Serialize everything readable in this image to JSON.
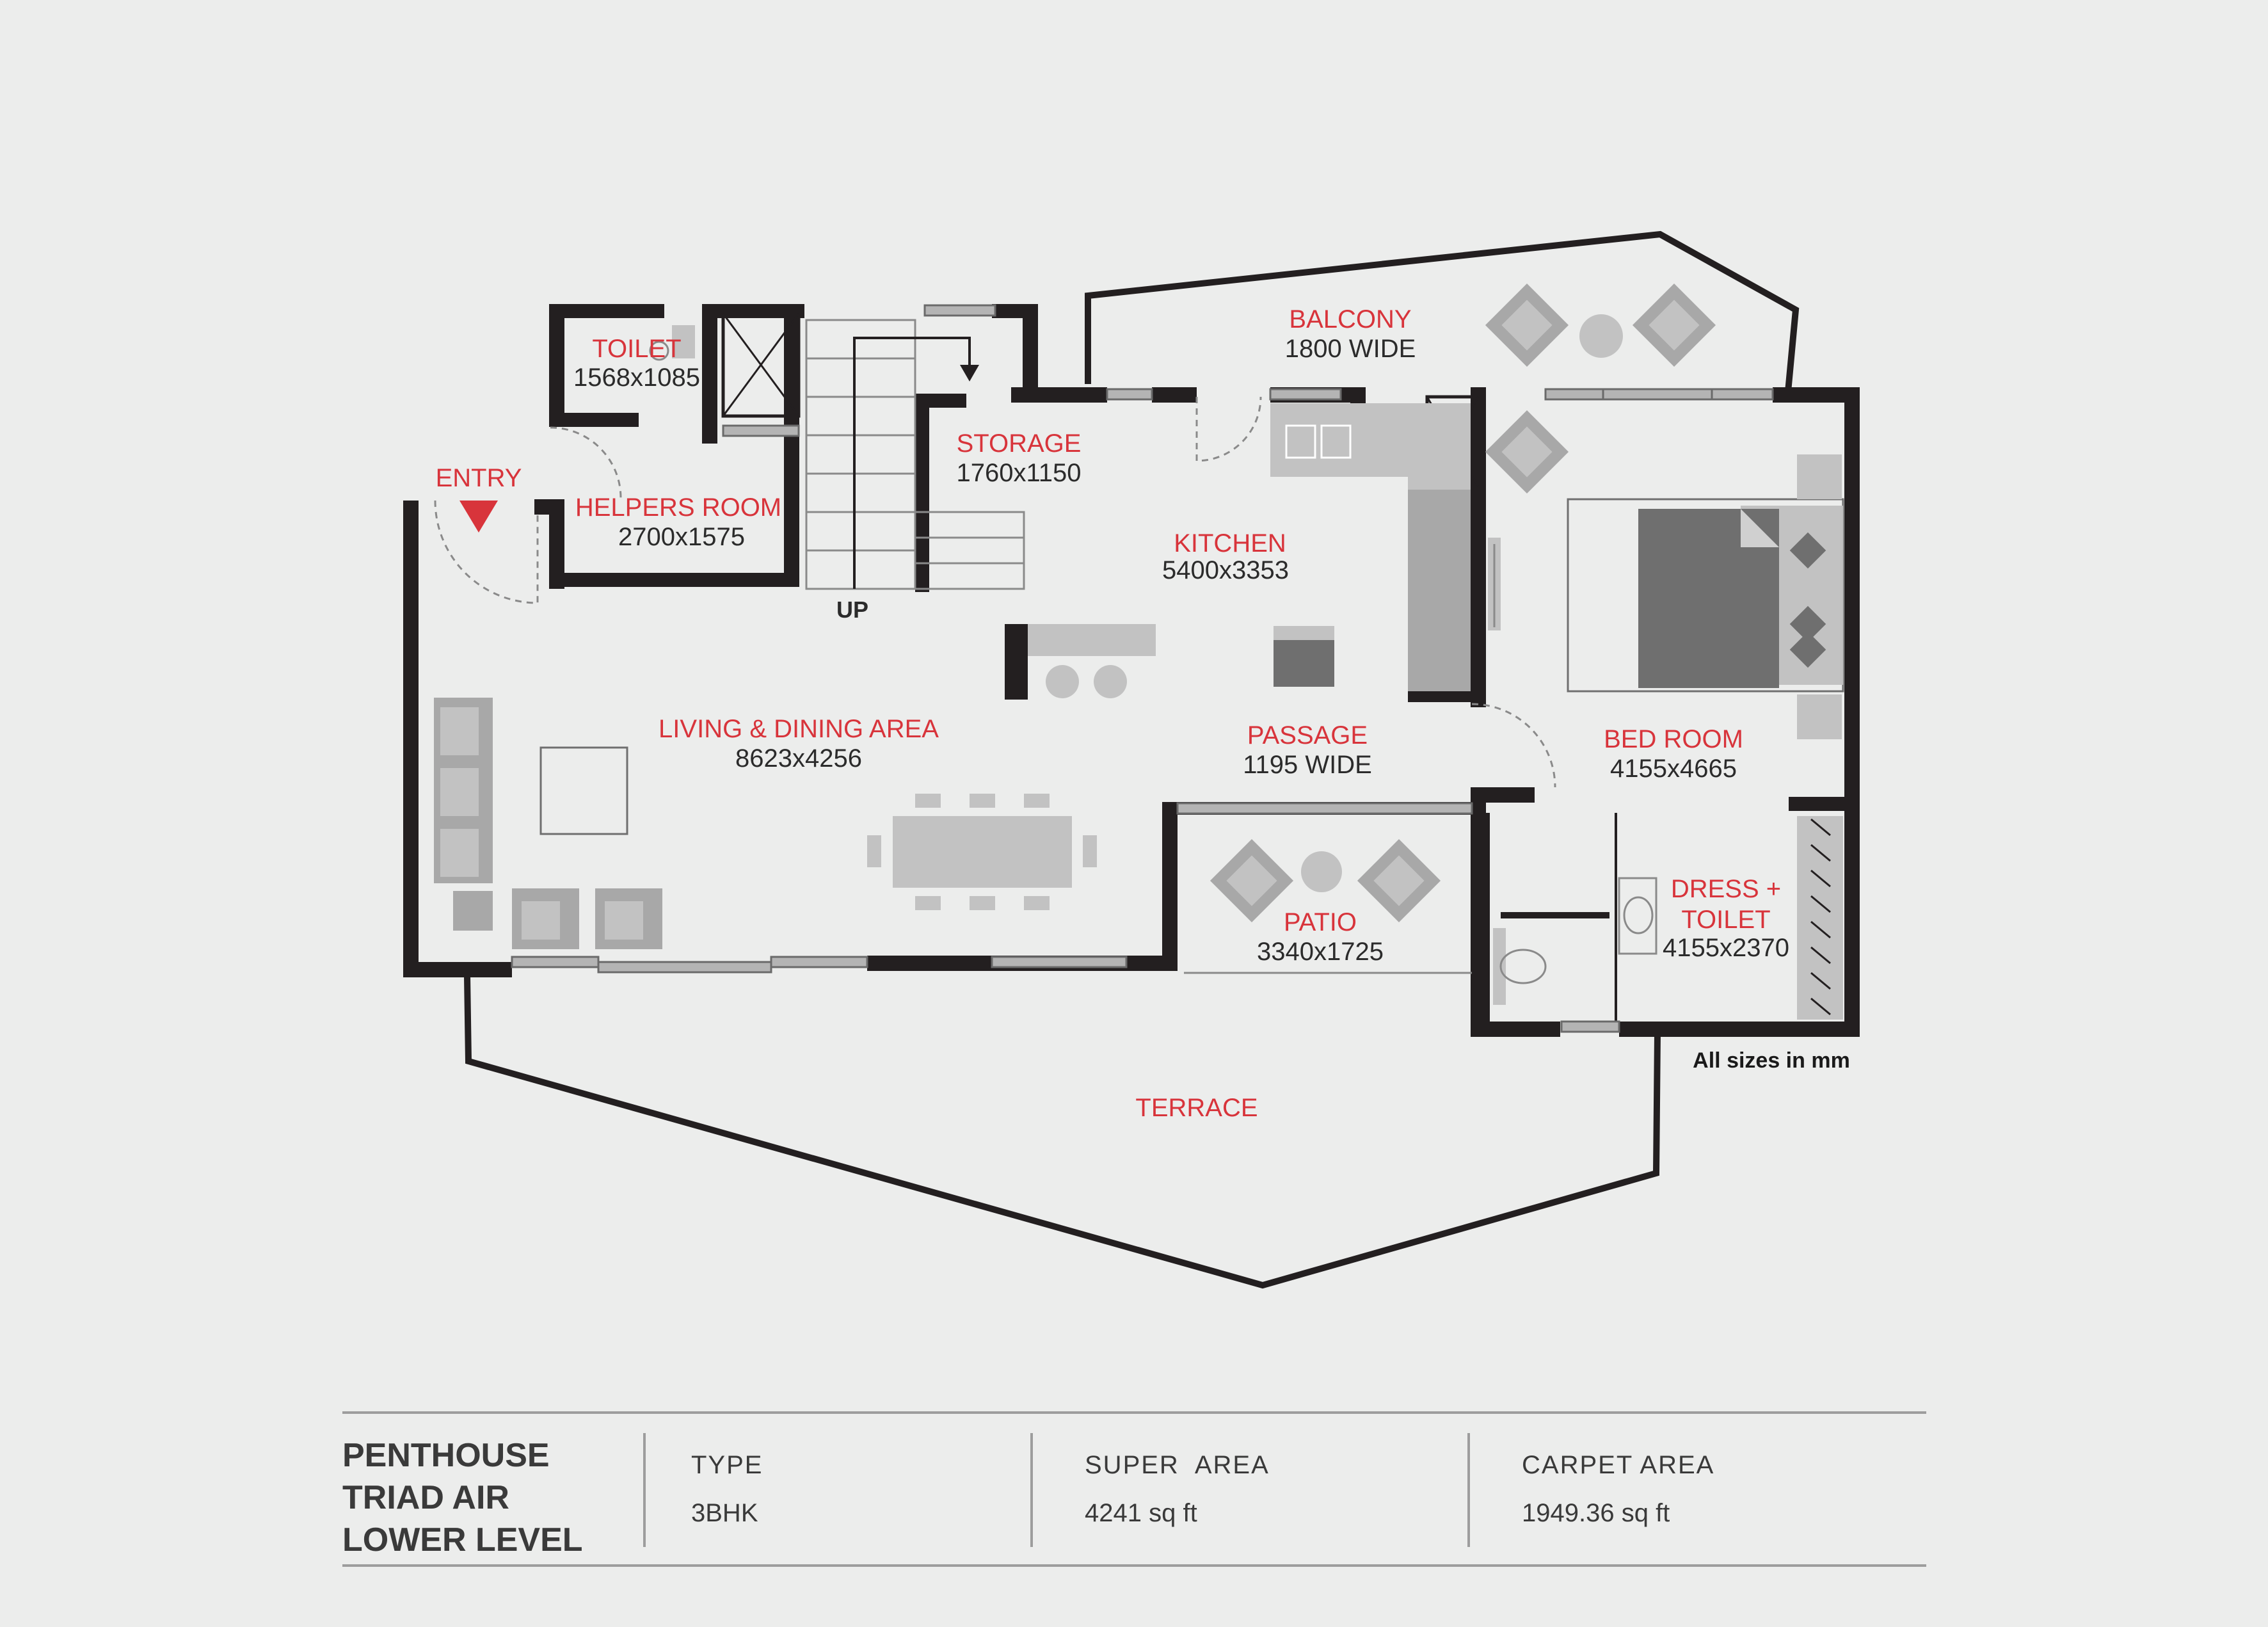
{
  "rooms": {
    "toilet": {
      "name": "TOILET",
      "size": "1568x1085"
    },
    "helpers_room": {
      "name": "HELPERS ROOM",
      "size": "2700x1575"
    },
    "entry": {
      "name": "ENTRY"
    },
    "storage": {
      "name": "STORAGE",
      "size": "1760x1150"
    },
    "up": {
      "name": "UP"
    },
    "balcony": {
      "name": "BALCONY",
      "size": "1800 WIDE"
    },
    "kitchen": {
      "name": "KITCHEN",
      "size": "5400x3353"
    },
    "living": {
      "name": "LIVING & DINING AREA",
      "size": "8623x4256"
    },
    "passage": {
      "name": "PASSAGE",
      "size": "1195 WIDE"
    },
    "bedroom": {
      "name": "BED ROOM",
      "size": "4155x4665"
    },
    "dress": {
      "name1": "DRESS +",
      "name2": "TOILET",
      "size": "4155x2370"
    },
    "patio": {
      "name": "PATIO",
      "size": "3340x1725"
    },
    "terrace": {
      "name": "TERRACE"
    }
  },
  "note": "All sizes in mm",
  "info": {
    "title_lines": [
      "PENTHOUSE",
      "TRIAD AIR",
      "LOWER LEVEL"
    ],
    "type_label": "TYPE",
    "type_value": "3BHK",
    "super_label": "SUPER  AREA",
    "super_value": "4241 sq ft",
    "carpet_label": "CARPET AREA",
    "carpet_value": "1949.36 sq ft"
  },
  "colors": {
    "label_red": "#d8343b",
    "wall": "#231f20",
    "background": "#ecedec"
  }
}
